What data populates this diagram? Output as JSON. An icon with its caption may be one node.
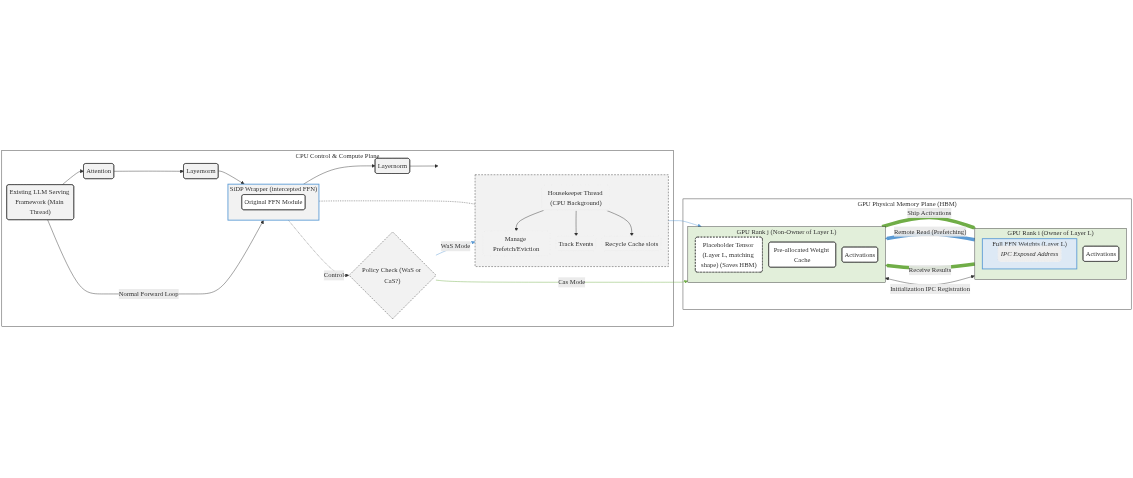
{
  "diagram": {
    "nodes": [
      {
        "text": [
          "CPU Control & Compute Plane"
        ]
      },
      {
        "text": [
          "Existing LLM Serving Framework (Main Thread)"
        ],
        "in": 0
      },
      {
        "text": [
          "Attention"
        ],
        "in": 0
      },
      {
        "text": [
          "Layernorm"
        ],
        "in": 0
      },
      {
        "text": [
          "SiDP Wrapper (intercepted FFN)"
        ],
        "in": 0
      },
      {
        "text": [
          "Original FFN Module"
        ],
        "in": 4
      },
      {
        "text": [
          "Layernorm"
        ],
        "in": 0
      },
      {
        "text": [],
        "shape": "box",
        "in": 0
      },
      {
        "text": [
          "Housekeeper Thread (CPU Background)"
        ],
        "in": 7
      },
      {
        "text": [
          "Manage Prefetch/Eviction"
        ],
        "in": 7
      },
      {
        "text": [
          "Track Events"
        ],
        "in": 7
      },
      {
        "text": [
          "Recycle Cache slots"
        ],
        "in": 7
      },
      {
        "text": [
          "Policy Check (WaS or CaS?)"
        ],
        "in": 0
      },
      {
        "text": [
          "GPU Physical Memory Plane (HBM)"
        ]
      },
      {
        "text": [
          "GPU Rank i (Owner of Layer L)"
        ],
        "in": 13
      },
      {
        "text": [
          "Full FFN Weights (Layer L)"
        ],
        "in": 14
      },
      {
        "text": [
          "IPC Exposed Address"
        ],
        "in": 15
      },
      {
        "text": [
          "Activations"
        ],
        "in": 14
      },
      {
        "text": [
          "GPU Rank j (Non-Owner of Layer L)"
        ],
        "in": 13
      },
      {
        "text": [
          "Placeholder Tensor (Layer L, matching shape) (Saves HBM)"
        ],
        "in": 18
      },
      {
        "text": [
          "Pre-allocated Weight Cache"
        ],
        "in": 18
      },
      {
        "text": [
          "Activations"
        ],
        "in": 18
      }
    ],
    "edges": [
      {
        "from": 1,
        "to": 2,
        "arrow": "to"
      },
      {
        "from": 2,
        "to": 3,
        "arrow": "to"
      },
      {
        "from": 3,
        "to": 4,
        "arrow": "to"
      },
      {
        "from": 1,
        "to": 4,
        "arrow": "to",
        "label": "Normal Forward Loop"
      },
      {
        "from": 4,
        "to": 6,
        "arrow": "to"
      },
      {
        "from": 6,
        "to": null,
        "arrow": "to"
      },
      {
        "from": 8,
        "to": 9,
        "arrow": "to"
      },
      {
        "from": 8,
        "to": 10,
        "arrow": "to"
      },
      {
        "from": 8,
        "to": 11,
        "arrow": "to"
      },
      {
        "from": 4,
        "to": 7,
        "arrow": "none",
        "style": "dashed"
      },
      {
        "from": 4,
        "to": 12,
        "arrow": "to",
        "style": "dashed",
        "label": "Control"
      },
      {
        "from": 12,
        "to": 7,
        "arrow": "to",
        "label": "WaS Mode",
        "color": "#5b9bd5"
      },
      {
        "from": 7,
        "to": 18,
        "arrow": "to",
        "color": "#5b9bd5"
      },
      {
        "from": 12,
        "to": 18,
        "arrow": "to",
        "label": "Cas Mode",
        "color": "#70ad47"
      },
      {
        "from": 14,
        "to": 18,
        "arrow": "to",
        "label": "Remote Read (Prefetching)",
        "style": "thick",
        "color": "#5b9bd5"
      },
      {
        "from": 18,
        "to": 14,
        "arrow": "to",
        "label": "Ship Activations",
        "style": "thick",
        "color": "#70ad47"
      },
      {
        "from": 14,
        "to": 18,
        "arrow": "to",
        "label": "Receive Results",
        "style": "thick",
        "color": "#70ad47"
      },
      {
        "from": 14,
        "to": 18,
        "arrow": "both",
        "label": "Initialization IPC Registration"
      }
    ]
  }
}
